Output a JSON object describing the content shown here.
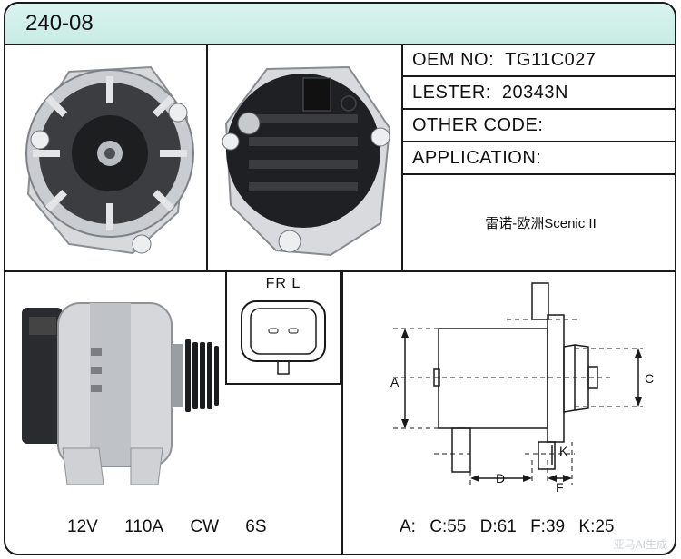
{
  "part_number": "240-08",
  "info": {
    "oem_label": "OEM NO:",
    "oem_value": "TG11C027",
    "lester_label": "LESTER:",
    "lester_value": "20343N",
    "other_label": "OTHER CODE:",
    "other_value": "",
    "application_label": "APPLICATION:",
    "application_value": "雷诺-欧洲Scenic II"
  },
  "connector": {
    "label": "FR L"
  },
  "specs": {
    "voltage": "12V",
    "current": "110A",
    "rotation": "CW",
    "pulley": "6S"
  },
  "dimensions": {
    "prefix": "A:",
    "c": "C:55",
    "d": "D:61",
    "f": "F:39",
    "k": "K:25",
    "label_a": "A",
    "label_c": "C",
    "label_d": "D",
    "label_f": "F",
    "label_k": "K"
  },
  "watermark": "亚马AI生成"
}
